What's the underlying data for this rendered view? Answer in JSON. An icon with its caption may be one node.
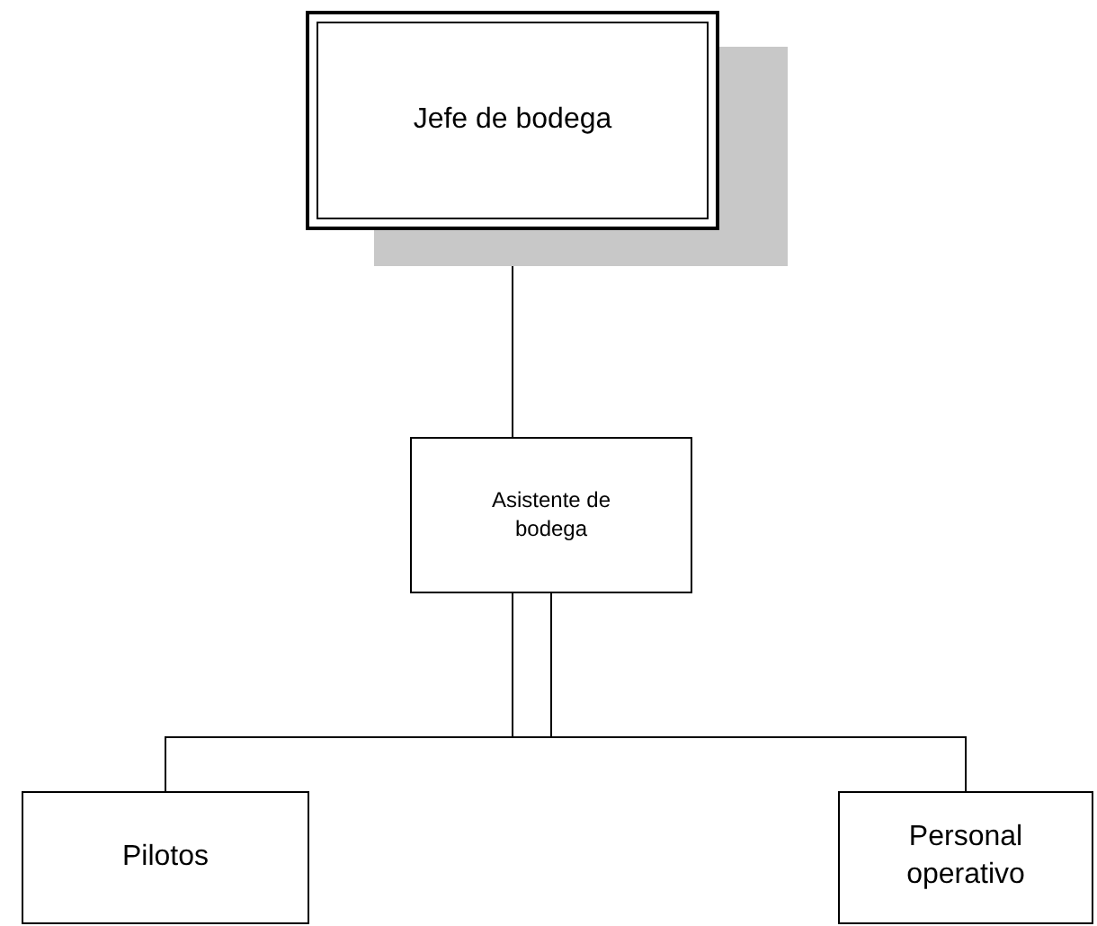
{
  "diagram": {
    "nodes": [
      {
        "text": [
          "Jefe de bodega"
        ]
      },
      {
        "text": [
          "Asistente de bodega"
        ]
      },
      {
        "text": [
          "Pilotos"
        ]
      },
      {
        "text": [
          "Personal operativo"
        ]
      }
    ],
    "edges": [
      {
        "from": 0,
        "to": 1,
        "arrow": "none"
      },
      {
        "from": 1,
        "to": 2,
        "arrow": "none"
      },
      {
        "from": 1,
        "to": 3,
        "arrow": "none"
      }
    ]
  }
}
